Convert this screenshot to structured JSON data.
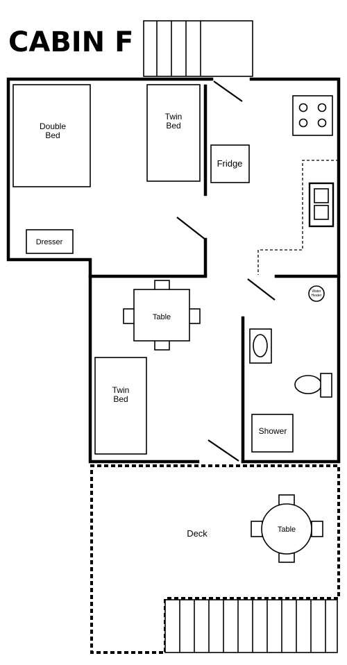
{
  "title": "CABIN F",
  "labels": {
    "double_bed": [
      "Double",
      "Bed"
    ],
    "twin_bed_top": [
      "Twin",
      "Bed"
    ],
    "twin_bed_bottom": [
      "Twin",
      "Bed"
    ],
    "fridge": "Fridge",
    "dresser": "Dresser",
    "table_room": "Table",
    "table_deck": "Table",
    "water_heater": [
      "Water",
      "Heater"
    ],
    "shower": "Shower",
    "deck": "Deck"
  }
}
